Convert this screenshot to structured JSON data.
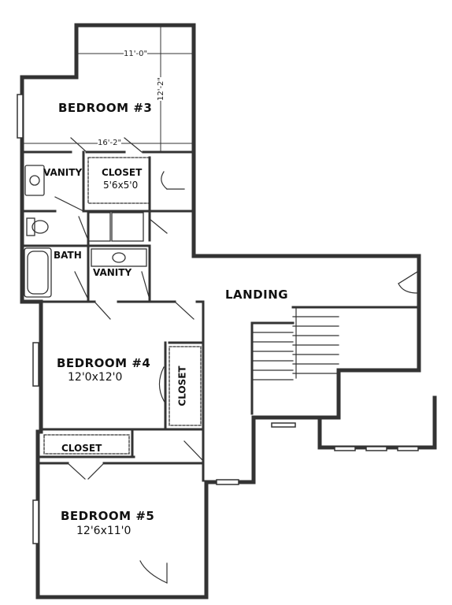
{
  "rooms": {
    "bedroom3": {
      "name": "BEDROOM #3"
    },
    "bedroom4": {
      "name": "BEDROOM #4",
      "size": "12'0x12'0"
    },
    "bedroom5": {
      "name": "BEDROOM #5",
      "size": "12'6x11'0"
    },
    "closet3": {
      "name": "CLOSET",
      "size": "5'6x5'0"
    },
    "closet4": {
      "name": "CLOSET"
    },
    "closet5": {
      "name": "CLOSET"
    },
    "vanity_upper": {
      "name": "VANITY"
    },
    "vanity_lower": {
      "name": "VANITY"
    },
    "bath": {
      "name": "BATH"
    },
    "landing": {
      "name": "LANDING"
    }
  },
  "dimensions": {
    "bedroom3_width": "11'-0\"",
    "bedroom3_depth": "12'-2\"",
    "bedroom3_span": "16'-2\""
  }
}
